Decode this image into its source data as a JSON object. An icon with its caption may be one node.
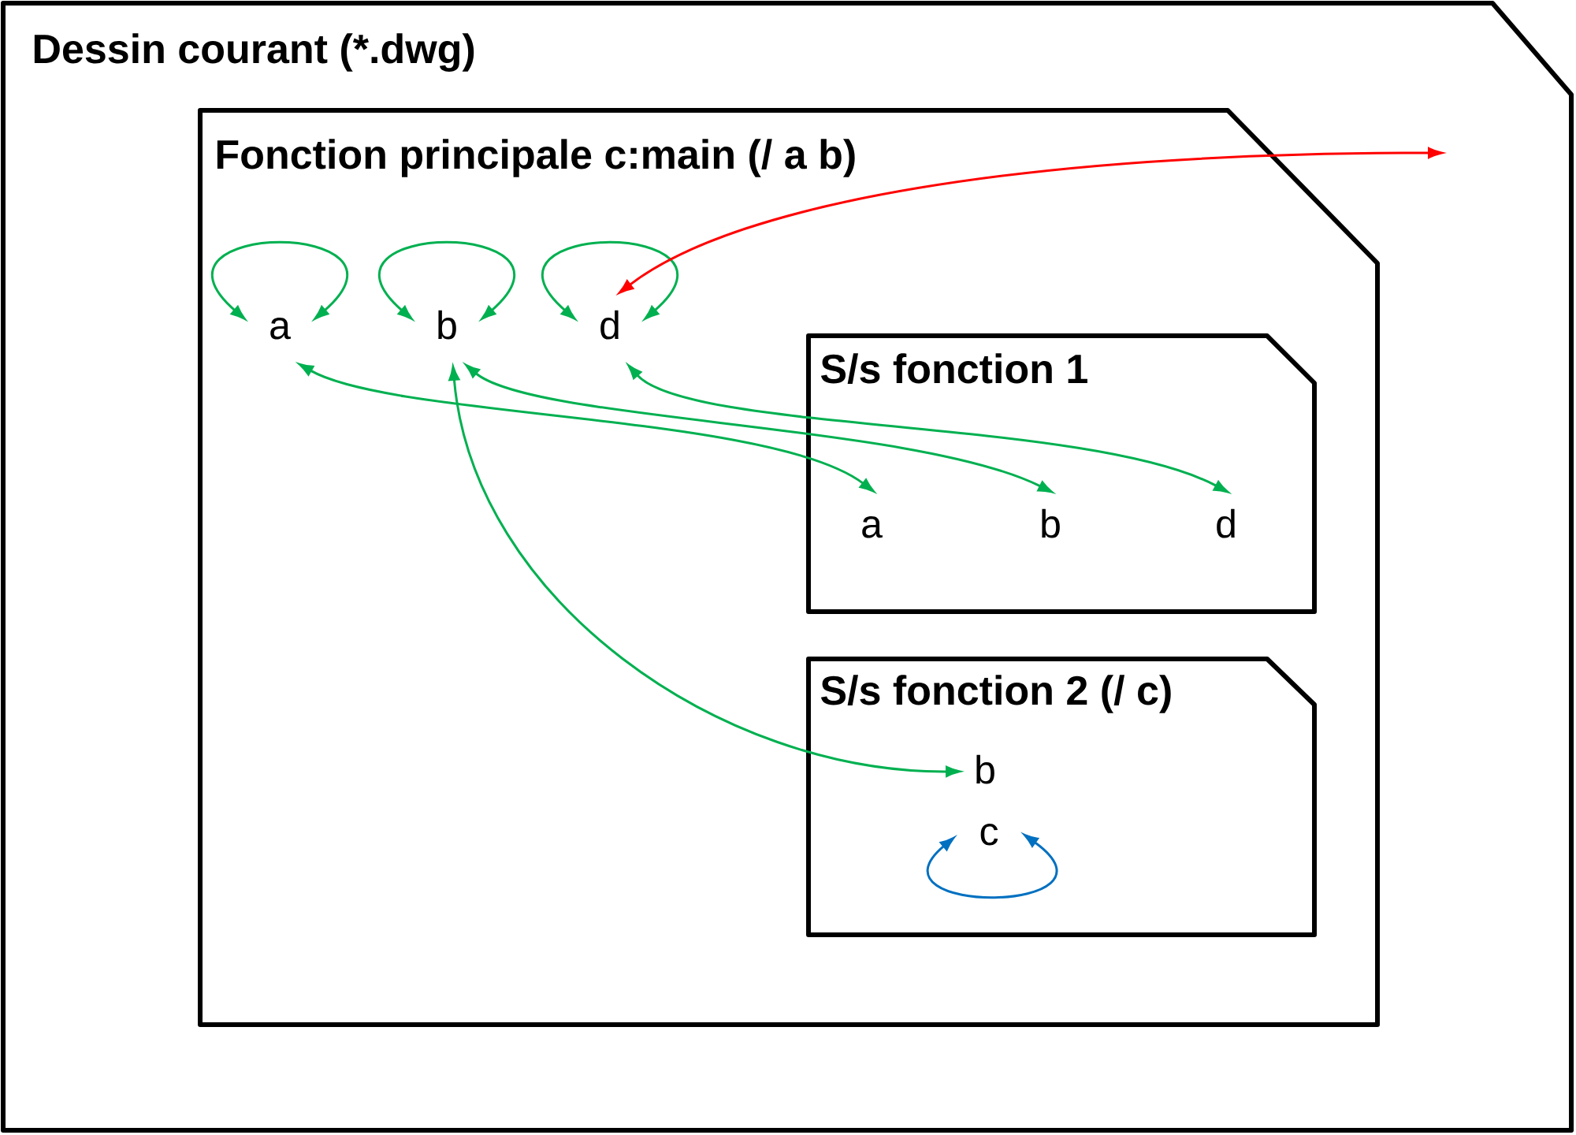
{
  "diagram": {
    "nodes": [
      {
        "text": [
          "Dessin courant (*.dwg)"
        ]
      },
      {
        "text": [
          "Fonction principale c:main (/ a b)"
        ],
        "in": 0
      },
      {
        "text": [
          "a"
        ],
        "in": 1
      },
      {
        "text": [
          "b"
        ],
        "in": 1
      },
      {
        "text": [
          "d"
        ],
        "in": 1
      },
      {
        "text": [
          "S/s fonction 1"
        ],
        "in": 1
      },
      {
        "text": [
          "a"
        ],
        "in": 5
      },
      {
        "text": [
          "b"
        ],
        "in": 5
      },
      {
        "text": [
          "d"
        ],
        "in": 5
      },
      {
        "text": [
          "S/s fonction 2 (/ c)"
        ],
        "in": 1
      },
      {
        "text": [
          "b"
        ],
        "in": 9
      },
      {
        "text": [
          "c"
        ],
        "in": 9
      }
    ],
    "edges": [
      {
        "from": 2,
        "to": 2,
        "arrow": "both"
      },
      {
        "from": 3,
        "to": 3,
        "arrow": "both"
      },
      {
        "from": 4,
        "to": 4,
        "arrow": "both"
      },
      {
        "from": 4,
        "to": null,
        "arrow": "both",
        "color": "#ff0000"
      },
      {
        "from": 2,
        "to": 6,
        "arrow": "both"
      },
      {
        "from": 3,
        "to": 7,
        "arrow": "both"
      },
      {
        "from": 4,
        "to": 8,
        "arrow": "both"
      },
      {
        "from": 3,
        "to": 10,
        "arrow": "both"
      },
      {
        "from": 11,
        "to": 11,
        "arrow": "both",
        "color": "#0070c0"
      }
    ]
  }
}
